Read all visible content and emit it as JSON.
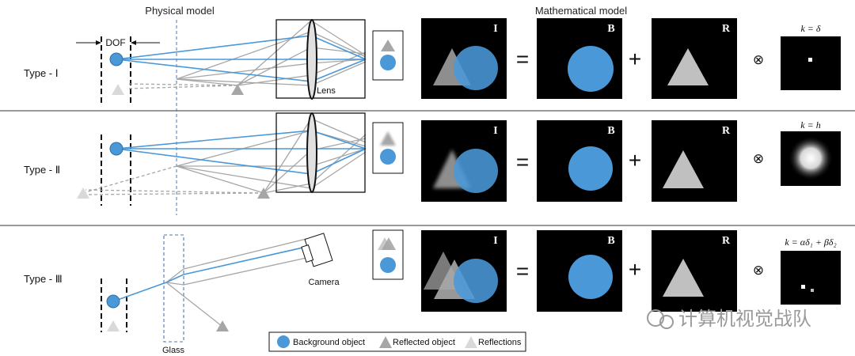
{
  "headers": {
    "physical": "Physical model",
    "mathematical": "Mathematical model"
  },
  "rows": [
    {
      "type_label": "Type - Ⅰ",
      "dof_label": "DOF",
      "lens_label": "Lens",
      "kernel": "k = δ"
    },
    {
      "type_label": "Type - Ⅱ",
      "kernel": "k = h"
    },
    {
      "type_label": "Type - Ⅲ",
      "glass_label": "Glass",
      "camera_label": "Camera",
      "kernel": "k = αδ₁ + βδ₂"
    }
  ],
  "panel_letters": {
    "I": "I",
    "B": "B",
    "R": "R"
  },
  "operators": {
    "equals": "=",
    "plus": "+",
    "convolve": "⊗"
  },
  "legend": [
    {
      "label": "Background object",
      "icon": "blue-circle-icon"
    },
    {
      "label": "Reflected object",
      "icon": "gray-triangle-icon"
    },
    {
      "label": "Reflections",
      "icon": "light-triangle-icon"
    }
  ],
  "watermark": "计算机视觉战队",
  "colors": {
    "background_object": "#4a98d8",
    "reflected_object": "#a6a6a6",
    "reflection": "#d9d9d9",
    "panel": "#000000"
  }
}
